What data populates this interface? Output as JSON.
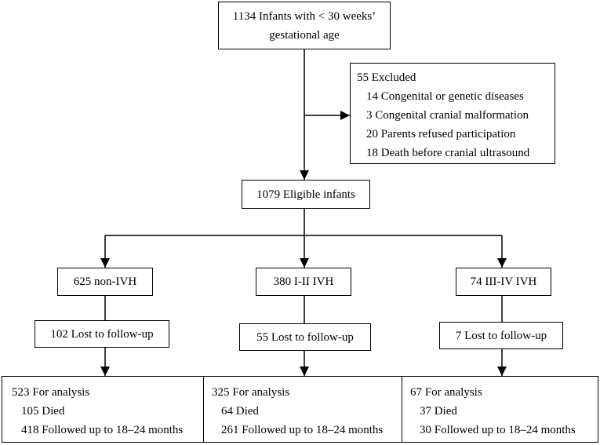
{
  "flowchart": {
    "screened": {
      "line1": "1134 Infants with < 30 weeks’",
      "line2": "gestational age"
    },
    "excluded": {
      "title": "55 Excluded",
      "items": [
        "14 Congenital or genetic diseases",
        "3 Congenital cranial malformation",
        "20 Parents refused participation",
        "18 Death before cranial ultrasound"
      ]
    },
    "eligible": "1079 Eligible infants",
    "groups": [
      {
        "label": "625 non-IVH",
        "lost": "102 Lost to follow-up",
        "analysis": "523 For analysis",
        "died": "105 Died",
        "followed": "418 Followed up to 18–24 months"
      },
      {
        "label": "380 I-II IVH",
        "lost": "55 Lost to follow-up",
        "analysis": "325 For analysis",
        "died": "64 Died",
        "followed": "261 Followed up to 18–24 months"
      },
      {
        "label": "74 III-IV IVH",
        "lost": "7 Lost to follow-up",
        "analysis": "67 For analysis",
        "died": "37 Died",
        "followed": "30 Followed up to 18–24 months"
      }
    ]
  }
}
